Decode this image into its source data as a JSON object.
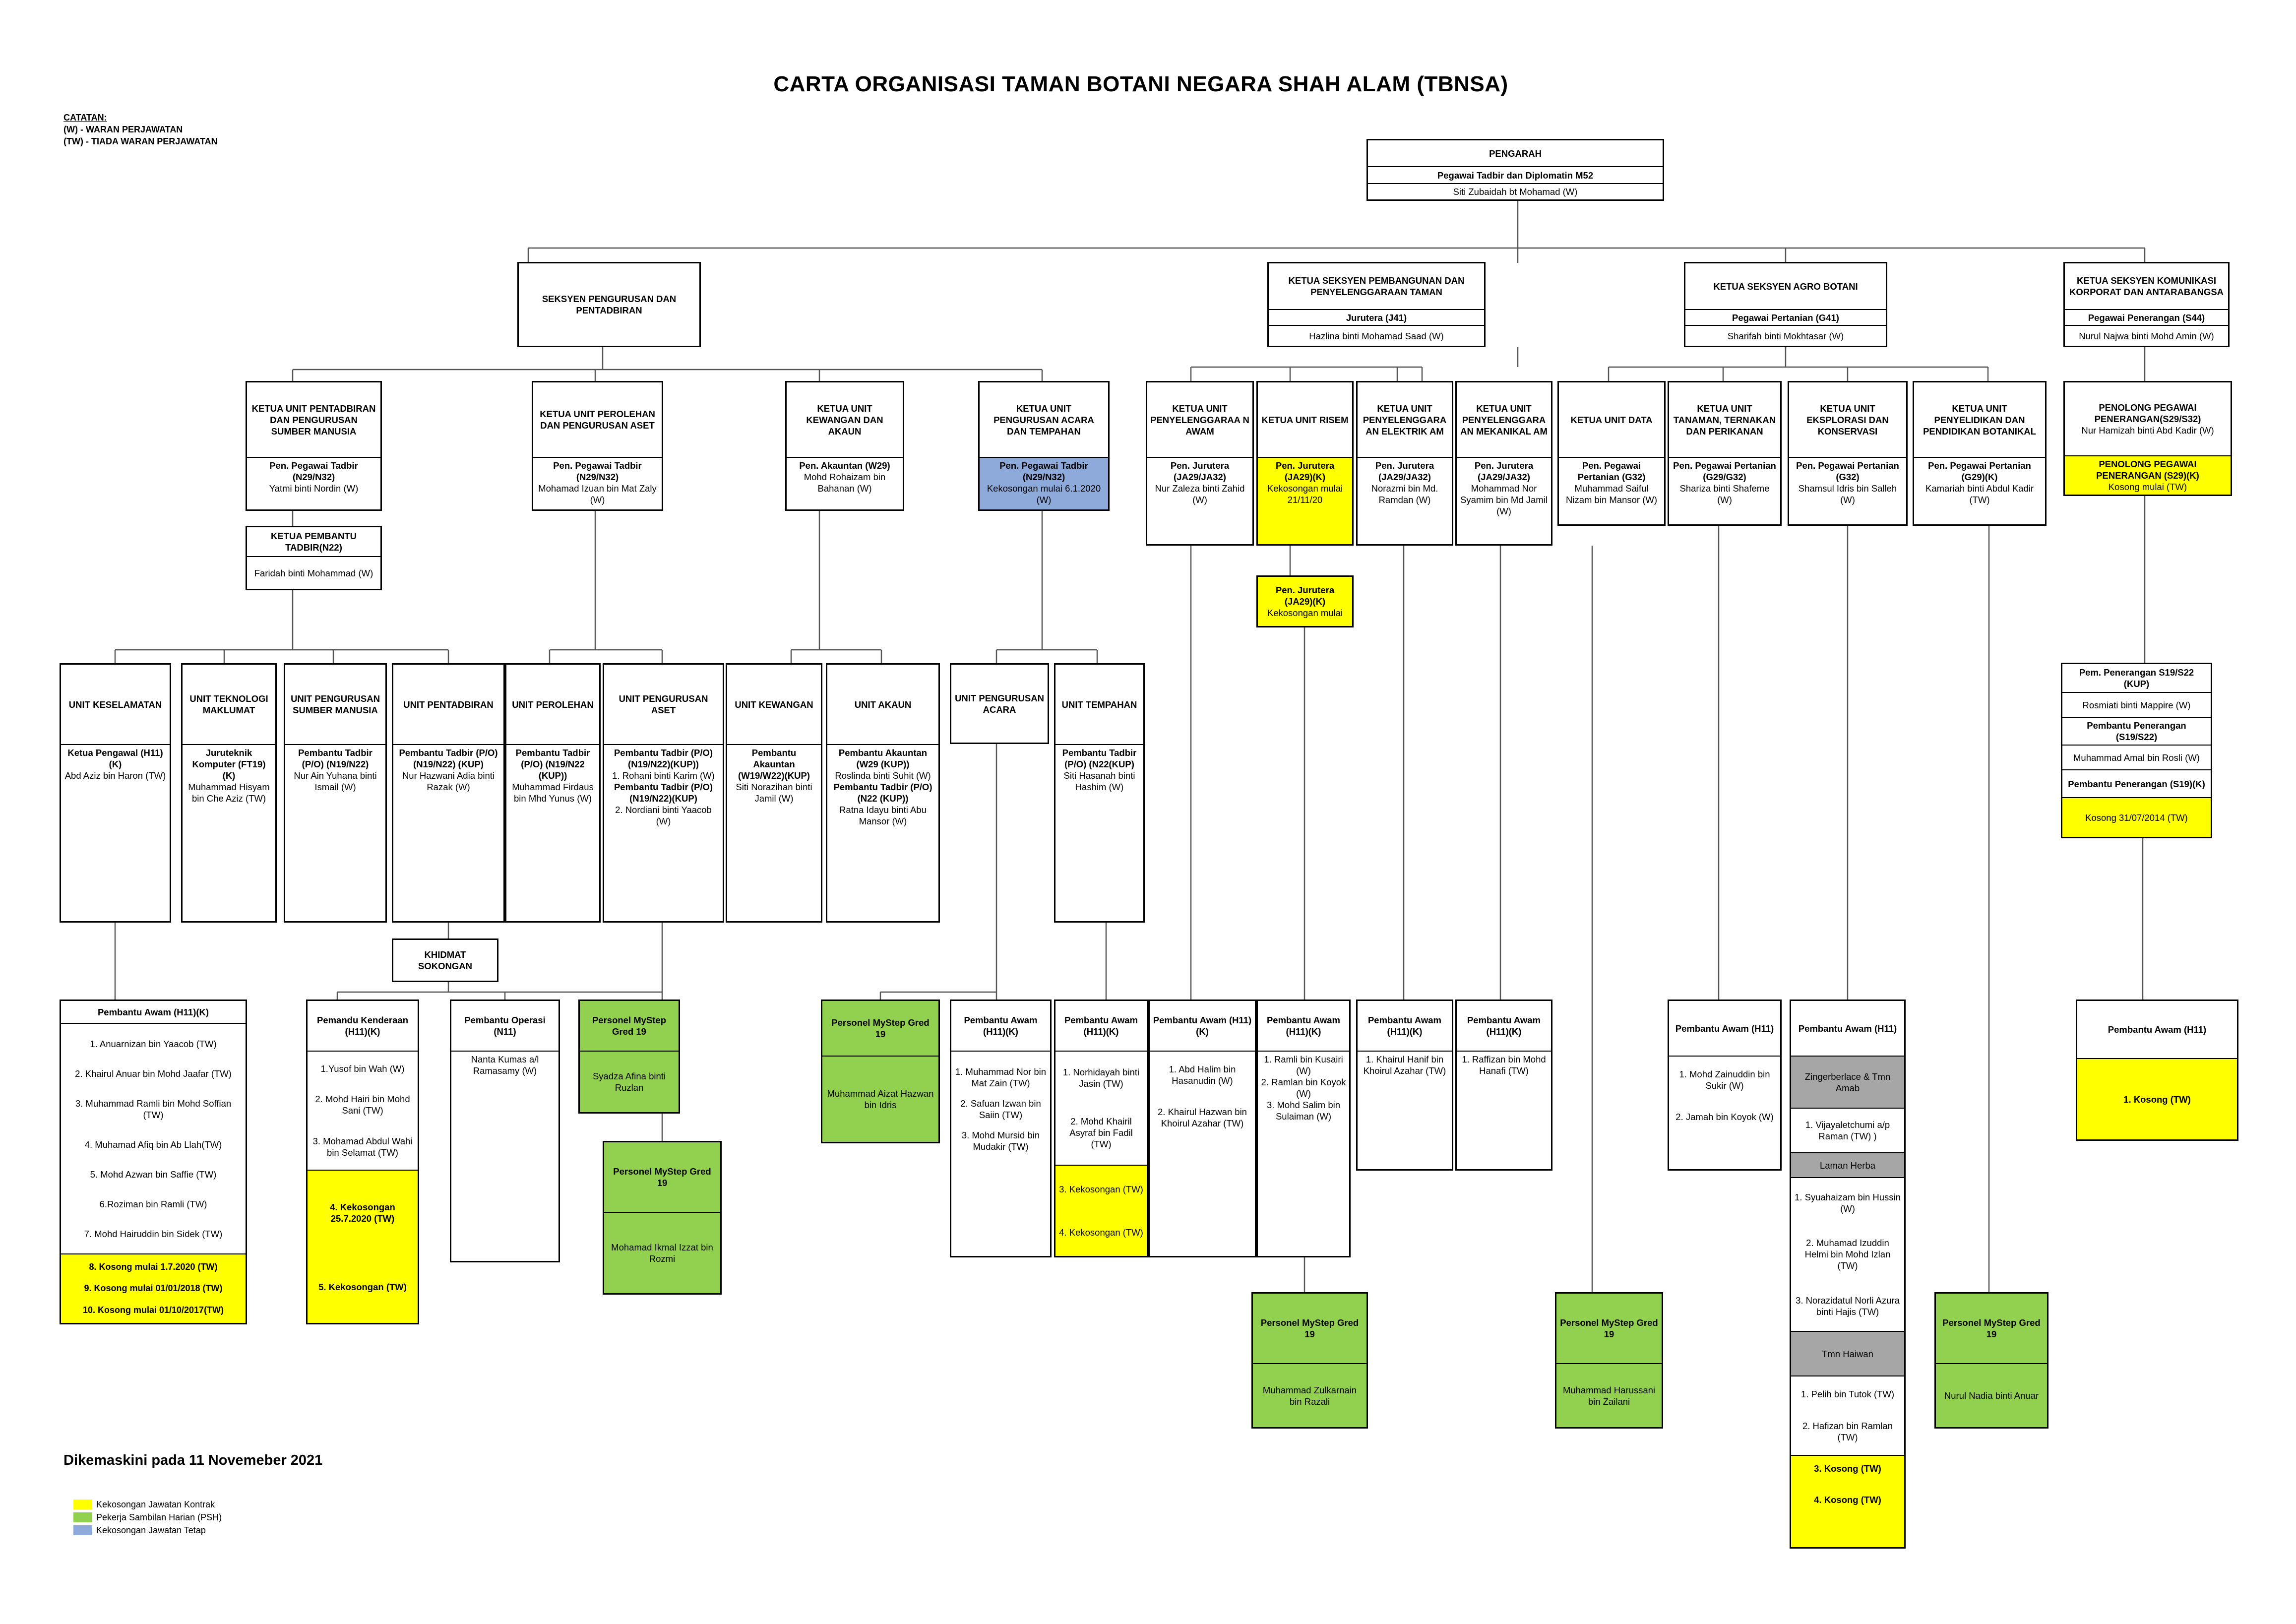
{
  "title": "CARTA ORGANISASI TAMAN BOTANI NEGARA SHAH ALAM (TBNSA)",
  "notes": {
    "heading": "CATATAN:",
    "w": "(W) -  WARAN PERJAWATAN",
    "tw": "(TW) - TIADA WARAN PERJAWATAN"
  },
  "updated": "Dikemaskini pada 11 Novemeber 2021",
  "legend": [
    {
      "color": "#ffff00",
      "label": "Kekosongan Jawatan Kontrak"
    },
    {
      "color": "#92d050",
      "label": "Pekerja Sambilan Harian (PSH)"
    },
    {
      "color": "#8eaadb",
      "label": "Kekosongan Jawatan Tetap"
    }
  ],
  "boxes": {
    "pengarah": [
      "PENGARAH",
      "Pegawai Tadbir dan Diplomatin M52",
      "Siti Zubaidah bt Mohamad (W)"
    ],
    "seksyen_pengurusan": [
      "SEKSYEN PENGURUSAN DAN PENTADBIRAN"
    ],
    "seksyen_pembangunan": [
      "KETUA SEKSYEN PEMBANGUNAN DAN PENYELENGGARAAN TAMAN",
      "Jurutera (J41)",
      "Hazlina binti Mohamad Saad (W)"
    ],
    "seksyen_agro": [
      "KETUA SEKSYEN AGRO BOTANI",
      "Pegawai Pertanian (G41)",
      "Sharifah binti Mokhtasar (W)"
    ],
    "seksyen_komunikasi": [
      "KETUA SEKSYEN  KOMUNIKASI KORPORAT DAN ANTARABANGSA",
      "Pegawai Penerangan (S44)",
      "Nurul Najwa binti Mohd Amin (W)"
    ],
    "ku_pentadbiran": [
      "KETUA UNIT PENTADBIRAN DAN PENGURUSAN SUMBER MANUSIA",
      "Pen. Pegawai Tadbir (N29/N32)",
      "Yatmi binti Nordin (W)"
    ],
    "ku_perolehan": [
      "KETUA UNIT PEROLEHAN DAN PENGURUSAN ASET",
      "Pen. Pegawai Tadbir (N29/N32)",
      "Mohamad Izuan bin Mat Zaly (W)"
    ],
    "ku_kewangan": [
      "KETUA UNIT KEWANGAN DAN AKAUN",
      "Pen. Akauntan (W29)",
      "Mohd Rohaizam bin Bahanan (W)"
    ],
    "ku_acara": [
      "KETUA UNIT PENGURUSAN ACARA DAN TEMPAHAN",
      "Pen. Pegawai Tadbir (N29/N32)",
      "Kekosongan mulai 6.1.2020 (W)"
    ],
    "ku_awam": [
      "KETUA UNIT PENYELENGGARAA N AWAM",
      "Pen. Jurutera (JA29/JA32)",
      "Nur Zaleza binti Zahid (W)"
    ],
    "ku_risem": [
      "KETUA UNIT RISEM",
      "Pen. Jurutera (JA29)(K)",
      "Kekosongan mulai 21/11/20"
    ],
    "ku_elektrik": [
      "KETUA UNIT PENYELENGGARA AN ELEKTRIK AM",
      "Pen. Jurutera (JA29/JA32)",
      "Norazmi bin Md. Ramdan (W)"
    ],
    "ku_mekanikal": [
      "KETUA UNIT PENYELENGGARA AN MEKANIKAL AM",
      "Pen. Jurutera (JA29/JA32)",
      "Mohammad Nor Syamim bin Md Jamil (W)"
    ],
    "ku_data": [
      "KETUA UNIT DATA",
      "Pen. Pegawai Pertanian (G32)",
      "Muhammad Saiful Nizam bin Mansor (W)"
    ],
    "ku_tanaman": [
      "KETUA UNIT TANAMAN, TERNAKAN DAN PERIKANAN",
      "Pen. Pegawai Pertanian (G29/G32)",
      "Shariza binti Shafeme (W)"
    ],
    "ku_eksplorasi": [
      "KETUA UNIT EKSPLORASI DAN KONSERVASI",
      "Pen. Pegawai Pertanian (G32)",
      "Shamsul Idris bin Salleh (W)"
    ],
    "ku_penyelidikan": [
      "KETUA UNIT PENYELIDIKAN DAN PENDIDIKAN BOTANIKAL",
      "Pen. Pegawai Pertanian (G29)(K)",
      "Kamariah binti Abdul Kadir (TW)"
    ],
    "penolong_penerangan": [
      "PENOLONG PEGAWAI PENERANGAN(S29/S32)",
      "Nur Hamizah binti Abd Kadir (W)"
    ],
    "penolong_penerangan_2": [
      "PENOLONG PEGAWAI PENERANGAN (S29)(K)",
      "Kosong mulai  (TW)"
    ],
    "ketua_pembantu_tadbir": [
      "KETUA PEMBANTU TADBIR(N22)",
      "Faridah binti Mohammad (W)"
    ],
    "pen_jurutera_risem": [
      "Pen. Jurutera (JA29)(K)",
      "Kekosongan mulai"
    ],
    "penerangan_stack": [
      "Pem. Penerangan S19/S22 (KUP)",
      "Rosmiati binti Mappire (W)",
      "Pembantu Penerangan (S19/S22)",
      "Muhammad Amal bin Rosli (W)",
      "Pembantu Penerangan (S19)(K)",
      "Kosong 31/07/2014 (TW)"
    ],
    "u_keselamatan": [
      "UNIT KESELAMATAN",
      "Ketua Pengawal (H11) (K)",
      "Abd Aziz bin Haron (TW)"
    ],
    "u_teknologi": [
      "UNIT TEKNOLOGI MAKLUMAT",
      "Juruteknik Komputer (FT19) (K)",
      "Muhammad Hisyam bin Che Aziz (TW)"
    ],
    "u_sumber_manusia": [
      "UNIT PENGURUSAN SUMBER MANUSIA",
      "Pembantu Tadbir (P/O) (N19/N22)",
      "Nur Ain Yuhana binti Ismail (W)"
    ],
    "u_pentadbiran": [
      "UNIT PENTADBIRAN",
      "Pembantu Tadbir (P/O) (N19/N22) (KUP)",
      "Nur Hazwani Adia binti Razak (W)"
    ],
    "u_perolehan": [
      "UNIT PEROLEHAN",
      "Pembantu Tadbir (P/O) (N19/N22 (KUP))",
      "Muhammad Firdaus bin Mhd Yunus (W)"
    ],
    "u_aset": [
      "UNIT PENGURUSAN ASET",
      "Pembantu Tadbir (P/O) (N19/N22)(KUP))",
      "1. Rohani binti Karim (W)",
      "Pembantu Tadbir (P/O) (N19/N22)(KUP)",
      "2. Nordiani binti Yaacob (W)"
    ],
    "u_kewangan": [
      "UNIT KEWANGAN",
      "Pembantu Akauntan (W19/W22)(KUP)",
      "Siti Norazihan binti Jamil (W)"
    ],
    "u_akaun": [
      "UNIT AKAUN",
      "Pembantu Akauntan (W29 (KUP))",
      "Roslinda binti Suhit (W)",
      "Pembantu Tadbir (P/O) (N22 (KUP))",
      "Ratna Idayu binti Abu Mansor (W)"
    ],
    "u_acara": [
      "UNIT PENGURUSAN ACARA"
    ],
    "u_tempahan": [
      "UNIT TEMPAHAN",
      "Pembantu Tadbir (P/O) (N22(KUP)",
      "Siti Hasanah binti Hashim (W)"
    ],
    "khidmat": [
      "KHIDMAT SOKONGAN"
    ],
    "pa_keselamatan": {
      "head": "Pembantu Awam (H11)(K)",
      "items": [
        "1.   Anuarnizan bin Yaacob (TW)",
        "2.  Khairul Anuar bin Mohd Jaafar  (TW)",
        "3. Muhammad Ramli bin Mohd Soffian (TW)",
        "4. Muhamad Afiq bin Ab Llah(TW)",
        "5.  Mohd Azwan bin Saffie (TW)",
        "6.Roziman bin Ramli (TW)",
        "7. Mohd Hairuddin bin Sidek (TW)"
      ],
      "vacant": [
        "8.  Kosong mulai 1.7.2020 (TW)",
        "9. Kosong mulai 01/01/2018 (TW)",
        "10. Kosong mulai 01/10/2017(TW)"
      ]
    },
    "pemandu": {
      "head": "Pemandu Kenderaan (H11)(K)",
      "items": [
        "1.Yusof bin Wah (W)",
        "2. Mohd Hairi bin Mohd Sani  (TW)",
        "3. Mohamad Abdul Wahi bin Selamat (TW)"
      ],
      "vacant": [
        "4. Kekosongan 25.7.2020 (TW)",
        "5. Kekosongan  (TW)"
      ]
    },
    "operasi": [
      "Pembantu Operasi (N11)",
      "Nanta Kumas a/l Ramasamy (W)"
    ],
    "mystep_1": [
      "Personel MyStep Gred 19",
      "Syadza Afina binti Ruzlan"
    ],
    "mystep_2": [
      "Personel MyStep Gred 19",
      "Mohamad Ikmal Izzat bin Rozmi"
    ],
    "mystep_acara": [
      "Personel MyStep Gred 19",
      "Muhammad Aizat Hazwan bin Idris"
    ],
    "pa_acara": [
      "Pembantu Awam (H11)(K)",
      "1. Muhammad Nor bin Mat Zain (TW)",
      "2. Safuan Izwan bin Saiin (TW)",
      "3. Mohd Mursid bin Mudakir (TW)"
    ],
    "pa_tempahan": {
      "head": "Pembantu Awam (H11)(K)",
      "items": [
        "1. Norhidayah binti Jasin (TW)",
        "2.  Mohd Khairil Asyraf bin Fadil (TW)"
      ],
      "vacant": [
        "3. Kekosongan (TW)",
        "4. Kekosongan (TW)"
      ]
    },
    "pa_awam": [
      "Pembantu Awam (H11)(K)",
      "1.  Abd Halim bin Hasanudin (W)",
      "2. Khairul Hazwan bin Khoirul Azahar (TW)"
    ],
    "pa_risem": [
      "Pembantu Awam (H11)(K)",
      "1. Ramli bin Kusairi (W)",
      "2.  Ramlan bin Koyok (W)",
      "3. Mohd Salim bin Sulaiman (W)"
    ],
    "pa_elektrik": [
      "Pembantu Awam (H11)(K)",
      "1. Khairul Hanif bin Khoirul Azahar (TW)"
    ],
    "pa_mekanikal": [
      "Pembantu Awam (H11)(K)",
      "1. Raffizan bin Mohd Hanafi (TW)"
    ],
    "mystep_risem": [
      "Personel MyStep Gred 19",
      "Muhammad Zulkarnain bin Razali"
    ],
    "mystep_data": [
      "Personel MyStep Gred 19",
      "Muhammad Harussani bin Zailani"
    ],
    "pa_tanaman": [
      "Pembantu Awam (H11)",
      "1. Mohd Zainuddin bin Sukir  (W)",
      "2. Jamah bin Koyok (W)"
    ],
    "pa_eksplorasi": {
      "head": "Pembantu Awam (H11)",
      "zinger": "Zingerberlace & Tmn Amab",
      "zinger_items": [
        "1. Vijayaletchumi a/p Raman (TW)    )"
      ],
      "herba": "Laman Herba",
      "herba_items": [
        "1. Syuahaizam bin Hussin (W)",
        "2. Muhamad Izuddin Helmi bin Mohd Izlan (TW)",
        "3.  Norazidatul Norli Azura binti Hajis (TW)"
      ],
      "haiwan": "Tmn Haiwan",
      "haiwan_items": [
        "1.  Pelih bin Tutok (TW)",
        "2. Hafizan bin Ramlan (TW)"
      ],
      "vacant": [
        "3. Kosong (TW)",
        "4. Kosong (TW)"
      ]
    },
    "mystep_penyelidikan": [
      "Personel MyStep Gred 19",
      "Nurul Nadia binti Anuar"
    ],
    "pa_komunikasi": [
      "Pembantu Awam (H11)",
      "1. Kosong (TW)"
    ]
  }
}
